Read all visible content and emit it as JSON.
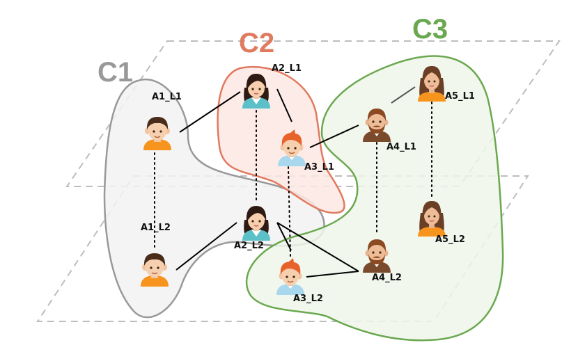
{
  "clusters": [
    {
      "id": "c1",
      "label": "C1",
      "color": "#999999",
      "fill": "#f2f2f2"
    },
    {
      "id": "c2",
      "label": "C2",
      "color": "#e07a5f",
      "fill": "#fde8e4"
    },
    {
      "id": "c3",
      "label": "C3",
      "color": "#6aa84f",
      "fill": "#eef6ea"
    }
  ],
  "nodes": {
    "a1_l1": {
      "label": "A1_L1",
      "avatar": "boy-icon"
    },
    "a2_l1": {
      "label": "A2_L1",
      "avatar": "girl-icon"
    },
    "a3_l1": {
      "label": "A3_L1",
      "avatar": "redhead-boy-icon"
    },
    "a4_l1": {
      "label": "A4_L1",
      "avatar": "bearded-man-icon"
    },
    "a5_l1": {
      "label": "A5_L1",
      "avatar": "long-hair-woman-icon"
    },
    "a1_l2": {
      "label": "A1_L2",
      "avatar": "boy-icon"
    },
    "a2_l2": {
      "label": "A2_L2",
      "avatar": "girl-icon"
    },
    "a3_l2": {
      "label": "A3_L2",
      "avatar": "redhead-boy-icon"
    },
    "a4_l2": {
      "label": "A4_L2",
      "avatar": "bearded-man-icon"
    },
    "a5_l2": {
      "label": "A5_L2",
      "avatar": "long-hair-woman-icon"
    }
  }
}
